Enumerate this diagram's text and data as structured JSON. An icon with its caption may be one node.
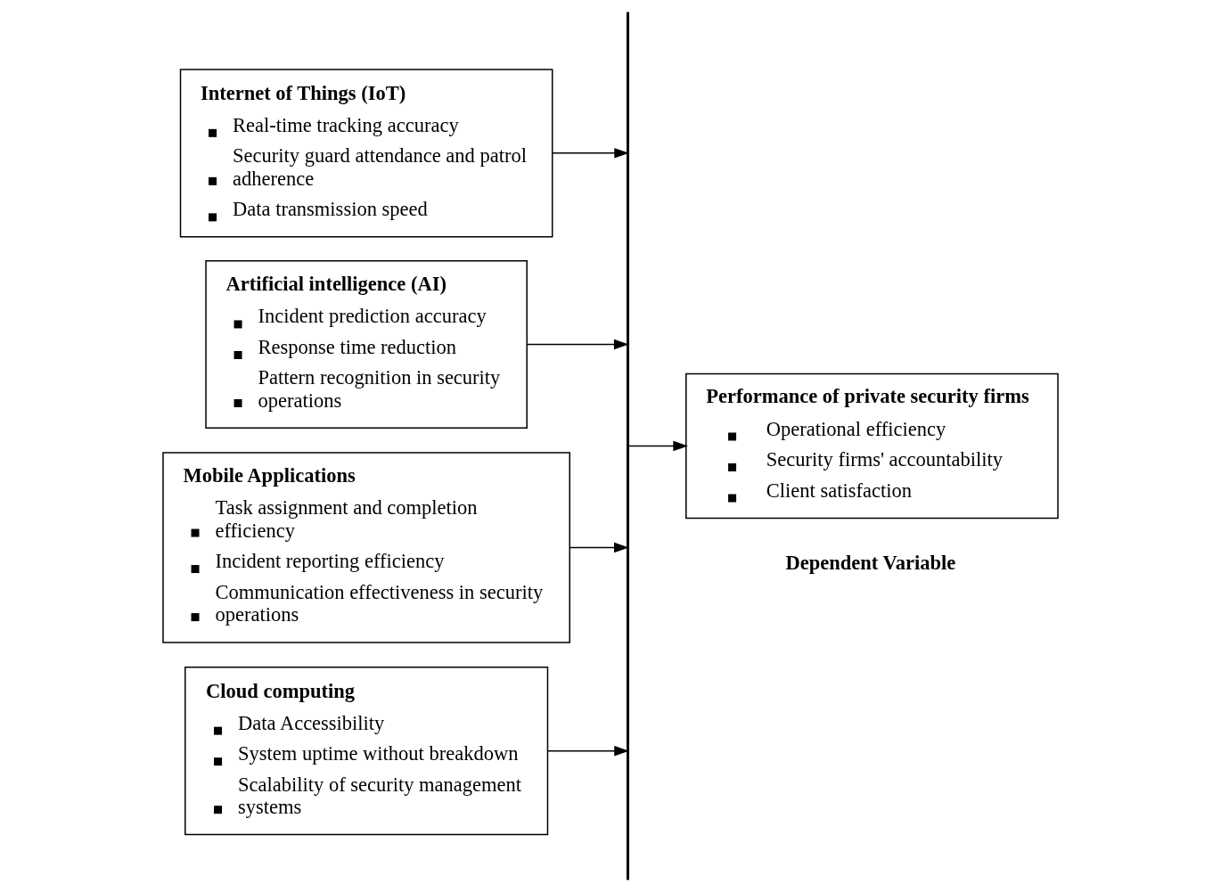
{
  "diagram": {
    "nodes": [
      {
        "text": [
          "Internet of Things (IoT)",
          "Real-time tracking accuracy",
          "Security guard attendance and patrol adherence",
          "Data transmission speed"
        ]
      },
      {
        "text": [
          "Artificial intelligence (AI)",
          "Incident prediction accuracy",
          "Response time reduction",
          "Pattern recognition in security operations"
        ]
      },
      {
        "text": [
          "Mobile Applications",
          "Task assignment and completion efficiency",
          "Incident reporting efficiency",
          "Communication effectiveness in security operations"
        ]
      },
      {
        "text": [
          "Cloud computing",
          "Data Accessibility",
          "System uptime without breakdown",
          "Scalability of security management systems"
        ]
      },
      {
        "text": [],
        "shape": "bar"
      },
      {
        "text": [
          "Performance of private security firms",
          "Operational efficiency",
          "Security firms' accountability",
          "Client satisfaction"
        ],
        "beside": [
          "Dependent Variable"
        ]
      }
    ],
    "edges": [
      {
        "from": 0,
        "to": 4,
        "arrow": "to"
      },
      {
        "from": 1,
        "to": 4,
        "arrow": "to"
      },
      {
        "from": 2,
        "to": 4,
        "arrow": "to"
      },
      {
        "from": 3,
        "to": 4,
        "arrow": "to"
      },
      {
        "from": 4,
        "to": 5,
        "arrow": "to"
      }
    ]
  }
}
